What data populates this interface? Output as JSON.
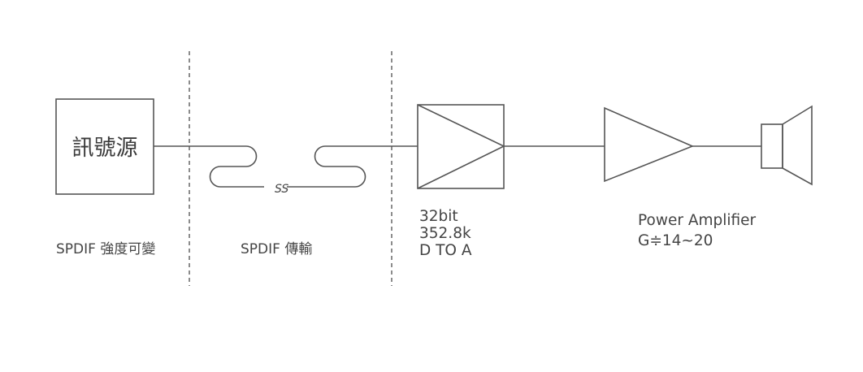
{
  "source": {
    "box_label": "訊號源",
    "caption": "SPDIF 強度可變"
  },
  "transmission": {
    "caption": "SPDIF 傳輸",
    "squiggle_label": "SS"
  },
  "dac": {
    "line1": "32bit",
    "line2": "352.8k",
    "line3": "D TO A"
  },
  "amplifier": {
    "line1": "Power Amplifier",
    "line2": "G≑14~20"
  },
  "colors": {
    "stroke": "#555555",
    "text": "#444444",
    "background": "#ffffff"
  }
}
